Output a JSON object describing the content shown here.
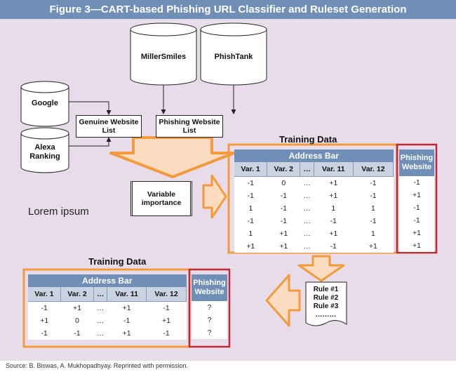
{
  "title": "Figure 3—CART-based Phishing URL Classifier and Ruleset Generation",
  "sources": {
    "google": "Google",
    "alexa_line1": "Alexa",
    "alexa_line2": "Ranking",
    "millersmiles": "MillerSmiles",
    "phishtank": "PhishTank"
  },
  "lists": {
    "genuine_line1": "Genuine Website",
    "genuine_line2": "List",
    "phishing_line1": "Phishing Website",
    "phishing_line2": "List"
  },
  "variable_importance_line1": "Variable",
  "variable_importance_line2": "importance",
  "lorem": "Lorem ipsum",
  "training_table": {
    "title": "Training Data",
    "group_header": "Address Bar",
    "columns": [
      "Var. 1",
      "Var. 2",
      "…",
      "Var. 11",
      "Var. 12"
    ],
    "rows": [
      [
        "-1",
        "0",
        "…",
        "+1",
        "-1"
      ],
      [
        "-1",
        "-1",
        "…",
        "+1",
        "-1"
      ],
      [
        "1",
        "-1",
        "…",
        "1",
        "1"
      ],
      [
        "-1",
        "-1",
        "…",
        "-1",
        "-1"
      ],
      [
        "1",
        "+1",
        "…",
        "+1",
        "1"
      ],
      [
        "+1",
        "+1",
        "…",
        "-1",
        "+1"
      ]
    ],
    "target_header_line1": "Phishing",
    "target_header_line2": "Website",
    "target_values": [
      "-1",
      "+1",
      "-1",
      "-1",
      "+1",
      "+1"
    ]
  },
  "test_table": {
    "title": "Training Data",
    "group_header": "Address Bar",
    "columns": [
      "Var. 1",
      "Var. 2",
      "…",
      "Var. 11",
      "Var. 12"
    ],
    "rows": [
      [
        "-1",
        "+1",
        "…",
        "+1",
        "-1"
      ],
      [
        "+1",
        "0",
        "…",
        "-1",
        "+1"
      ],
      [
        "-1",
        "-1",
        "…",
        "+1",
        "-1"
      ]
    ],
    "target_header_line1": "Phishing",
    "target_header_line2": "Website",
    "target_values": [
      "?",
      "?",
      "?"
    ]
  },
  "rules": [
    "Rule #1",
    "Rule #2",
    "Rule #3",
    "………"
  ],
  "source_note": "Source:  B. Biswas, A. Mukhopadhyay. Reprinted with permission.",
  "colors": {
    "title_bar": "#6f8fb6",
    "background": "#e9dcea",
    "orange": "#f39a3c",
    "red": "#c0283a",
    "header_blue": "#6f8fb6",
    "subheader": "#c9d3e2"
  }
}
